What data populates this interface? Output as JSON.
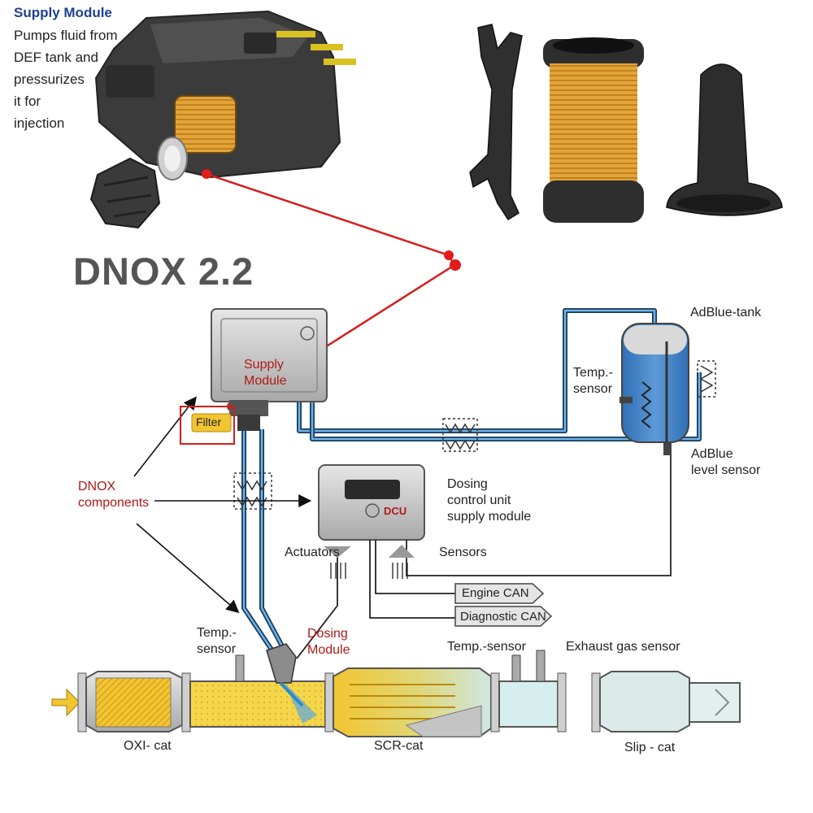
{
  "supply_caption": {
    "title": "Supply Module",
    "lines": [
      "Pumps fluid from",
      "DEF tank and",
      "pressurizes",
      "it for",
      "injection"
    ]
  },
  "main_title": "DNOX 2.2",
  "labels": {
    "adblue_tank": "AdBlue-tank",
    "temp_sensor_tank_1": "Temp.-",
    "temp_sensor_tank_2": "sensor",
    "supply_module_1": "Supply",
    "supply_module_2": "Module",
    "filter": "Filter",
    "adblue_level_1": "AdBlue",
    "adblue_level_2": "level sensor",
    "dnox_components_1": "DNOX",
    "dnox_components_2": "components",
    "dcu": "DCU",
    "dosing_control_1": "Dosing",
    "dosing_control_2": "control unit",
    "dosing_control_3": "supply module",
    "actuators": "Actuators",
    "sensors": "Sensors",
    "engine_can": "Engine CAN",
    "diagnostic_can": "Diagnostic CAN",
    "temp_sensor_exhaust_1": "Temp.-",
    "temp_sensor_exhaust_2": "sensor",
    "dosing_module_1": "Dosing",
    "dosing_module_2": "Module",
    "temp_sensor_scr": "Temp.-sensor",
    "exhaust_gas_sensor": "Exhaust gas sensor",
    "oxi_cat": "OXI- cat",
    "scr_cat": "SCR-cat",
    "slip_cat": "Slip - cat"
  },
  "colors": {
    "pipe_blue": "#1d5f96",
    "callout_red": "#d81c1c",
    "cat_yellow": "#f2c531",
    "fluid_blue": "#3b7fc0",
    "housing_grey": "#c9c9c9"
  }
}
